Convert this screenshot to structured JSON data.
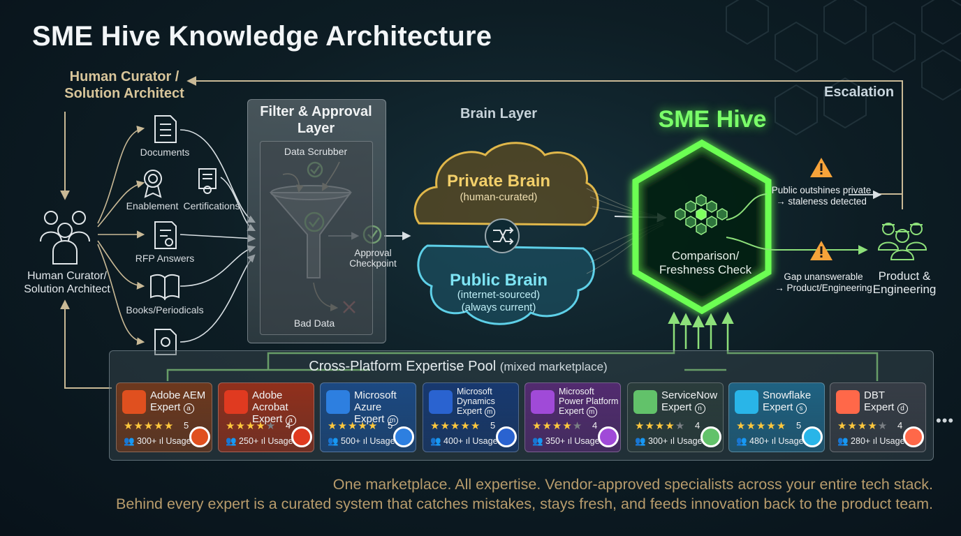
{
  "title": "SME Hive Knowledge Architecture",
  "curator_top": [
    "Human Curator /",
    "Solution Architect"
  ],
  "curator_left": [
    "Human Curator/",
    "Solution Architect"
  ],
  "sources": [
    "Documents",
    "Enablement",
    "Certifications",
    "RFP Answers",
    "Books/Periodicals"
  ],
  "filter": {
    "title": [
      "Filter & Approval",
      "Layer"
    ],
    "scrubber": "Data Scrubber",
    "approval": [
      "Approval",
      "Checkpoint"
    ],
    "bad_data": "Bad Data"
  },
  "brain": {
    "layer": "Brain Layer",
    "private_title": "Private Brain",
    "private_sub": "(human-curated)",
    "public_title": "Public Brain",
    "public_sub": [
      "(internet-sourced)",
      "(always current)"
    ]
  },
  "hive": {
    "title": "SME Hive",
    "label": [
      "Comparison/",
      "Freshness Check"
    ],
    "note_top": [
      "Public outshines private",
      "→ staleness detected"
    ],
    "note_bottom": [
      "Gap unanswerable",
      "→ Product/Engineering"
    ]
  },
  "escalation": "Escalation",
  "product": [
    "Product &",
    "Engineering"
  ],
  "pool": {
    "title": "Cross-Platform Expertise Pool",
    "subtitle": "(mixed marketplace)"
  },
  "experts": [
    {
      "name1": "Adobe AEM",
      "name2": "Expert",
      "badge_letter": "a",
      "rating": 5,
      "usage": "300+",
      "color": "#7a3a1a",
      "accent": "#e0501f"
    },
    {
      "name1": "Adobe Acrobat",
      "name2": "Expert",
      "badge_letter": "a",
      "rating": 4,
      "usage": "250+",
      "color": "#a33018",
      "accent": "#e03a20"
    },
    {
      "name1": "Microsoft Azure",
      "name2": "Expert",
      "badge_letter": "m",
      "rating": 5,
      "usage": "500+",
      "color": "#1b4d8e",
      "accent": "#2d7fe0"
    },
    {
      "name1": "Microsoft",
      "name2": "Dynamics",
      "name3": "Expert",
      "badge_letter": "m",
      "rating": 5,
      "usage": "400+",
      "color": "#163a78",
      "accent": "#2a63d0"
    },
    {
      "name1": "Microsoft",
      "name2": "Power Platform",
      "name3": "Expert",
      "badge_letter": "m",
      "rating": 4,
      "usage": "350+",
      "color": "#5a2a78",
      "accent": "#a04ad8"
    },
    {
      "name1": "ServiceNow",
      "name2": "Expert",
      "badge_letter": "n",
      "rating": 4,
      "usage": "300+",
      "color": "#2c3e3c",
      "accent": "#62c26a"
    },
    {
      "name1": "Snowflake",
      "name2": "Expert",
      "badge_letter": "s",
      "rating": 5,
      "usage": "480+",
      "color": "#1f6a8e",
      "accent": "#29b5e8"
    },
    {
      "name1": "DBT",
      "name2": "Expert",
      "badge_letter": "d",
      "rating": 4,
      "usage": "280+",
      "color": "#3a3f48",
      "accent": "#ff6849"
    }
  ],
  "usage_label": "Usage",
  "more": "•••",
  "tagline": [
    "One marketplace. All expertise. Vendor-approved specialists across your entire tech stack.",
    "Behind every expert is a curated system that catches mistakes, stays fresh, and feeds innovation back to the product team."
  ]
}
